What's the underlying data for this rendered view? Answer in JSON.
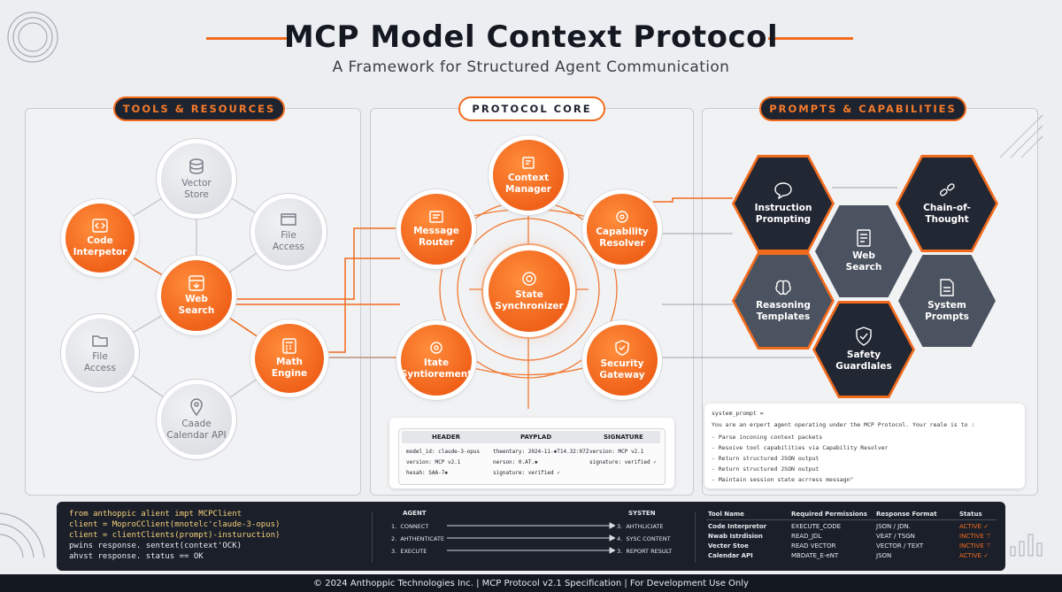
{
  "header": {
    "title": "MCP Model Context Protocol",
    "subtitle": "A Framework for Structured Agent Communication"
  },
  "colors": {
    "accent": "#f26b1d",
    "dark": "#1e2330",
    "gray_node": "#d6d9de"
  },
  "sections": {
    "tools": "TOOLS & RESOURCES",
    "core": "PROTOCOL CORE",
    "prompts": "PROMPTS & CAPABILITIES"
  },
  "tools_nodes": [
    {
      "label": "Vector\nStore",
      "icon": "database-icon",
      "style": "gray"
    },
    {
      "label": "Code\nInterpetor",
      "icon": "code-icon",
      "style": "orange"
    },
    {
      "label": "File\nAccess",
      "icon": "folder-icon",
      "style": "gray"
    },
    {
      "label": "Web\nSearch",
      "icon": "browser-icon",
      "style": "orange"
    },
    {
      "label": "File\nAccess",
      "icon": "folder-icon",
      "style": "gray"
    },
    {
      "label": "Math\nEngine",
      "icon": "calculator-icon",
      "style": "orange"
    },
    {
      "label": "Caade\nCalendar API",
      "icon": "location-pin-icon",
      "style": "gray"
    }
  ],
  "core_nodes": [
    {
      "label": "Context\nManager",
      "icon": "document-icon"
    },
    {
      "label": "Message\nRouter",
      "icon": "message-icon"
    },
    {
      "label": "Capability\nResolver",
      "icon": "target-icon"
    },
    {
      "label": "State\nSynchronizer",
      "icon": "sync-icon"
    },
    {
      "label": "Itate\nSyntiorement",
      "icon": "target-icon"
    },
    {
      "label": "Security\nGateway",
      "icon": "shield-icon"
    }
  ],
  "packet": {
    "columns": [
      "HEADER",
      "PAYPLAD",
      "SIGNATURE"
    ],
    "col1": [
      "model_id: claude-3-opus",
      "version: MCP v2.1",
      "hesah: SAA-7✱"
    ],
    "col2": [
      "theentary: 2024-11-✱T14.32:07Z",
      "nerson: 0.AT.✱",
      "signature: verified ✓"
    ],
    "col3": [
      "version: MCP v2.1",
      "signature: verified ✓"
    ]
  },
  "hex_nodes": [
    {
      "label": "Instruction\nPrompting",
      "icon": "chat-bubble-icon",
      "style": "dark"
    },
    {
      "label": "Chain-of-\nThought",
      "icon": "link-icon",
      "style": "dark"
    },
    {
      "label": "Web\nSearch",
      "icon": "document-icon",
      "style": "mid"
    },
    {
      "label": "Reasoning\nTemplates",
      "icon": "brain-icon",
      "style": "mid"
    },
    {
      "label": "System\nPrompts",
      "icon": "document-icon",
      "style": "mid"
    },
    {
      "label": "Safety\nGuardlales",
      "icon": "shield-check-icon",
      "style": "dark"
    }
  ],
  "system_prompt": {
    "head": "system_prompt =",
    "intro": "You are an erpert agent operating under the MCP Protocol. Your reale is to :",
    "items": [
      "- Parse inconing context packets",
      "- Resoive tool capabilities via Capability Resolver",
      "- Return structured JSON output",
      "- Return structured JSON output",
      "- Maintain session state acrress messagn\""
    ]
  },
  "code": [
    "from anthoppic alient impt MCPClient",
    "client = MoproCClient(mnotelc'claude-3-opus)",
    "client = clientClients(prompt)-insturuction)",
    "pwins response. sentext(context'OCK)",
    "ahvst response. status == OK"
  ],
  "flow": {
    "agent_label": "AGENT",
    "system_label": "SYSTEN",
    "agent_steps": [
      "1.  CONNECT",
      "2.  AHTHENTICATE",
      "3.  EXECUTE"
    ],
    "system_steps": [
      "3.  AHTHLICIATE",
      "4.  SYSC CONTENT",
      "3.  REPORT RESULT"
    ]
  },
  "tool_table": {
    "headers": [
      "Tool Name",
      "Required Permissions",
      "Response Format",
      "Status"
    ],
    "rows": [
      [
        "Code Interpretor",
        "EXECUTE_CODE",
        "JSON / JDN.",
        "ACTIVE ✓"
      ],
      [
        "Nwab Istrdision",
        "READ_JDL",
        "VEAT / TSGN",
        "INCTIVE ⊤"
      ],
      [
        "Vecter Stoe",
        "READ VECTOR",
        "VECTOR / TEXT",
        "INCTIVE ⊤"
      ],
      [
        "Calendar API",
        "MBDATE_E-eNT",
        "JSON",
        "ACTIVE ✓"
      ]
    ]
  },
  "footer": "© 2024 Anthoppic Technologies Inc.  |  MCP Protocol v2.1 Specification   |  For Development Use Only"
}
